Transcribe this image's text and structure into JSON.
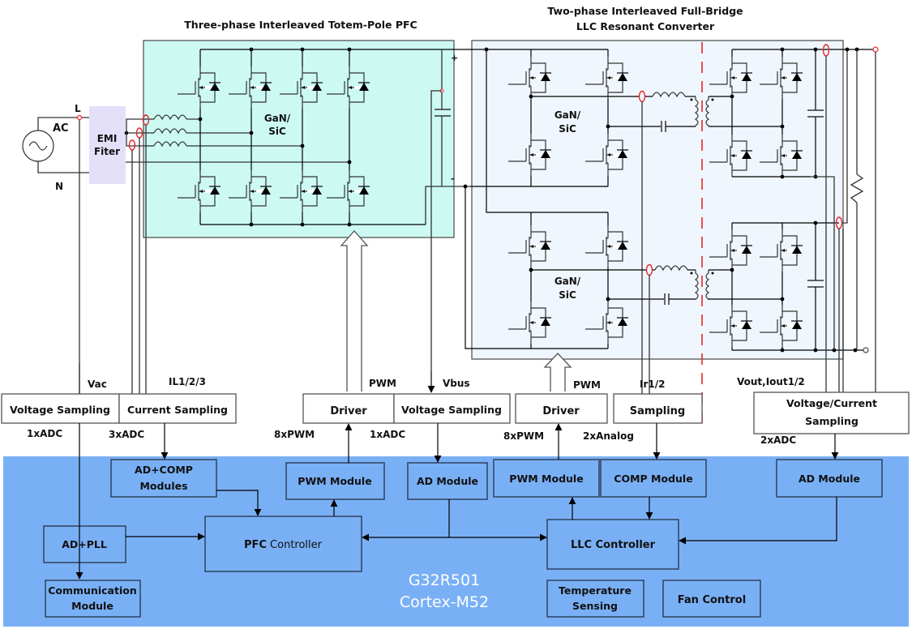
{
  "titles": {
    "pfc": "Three-phase Interleaved Totem-Pole PFC",
    "llc_line1": "Two-phase Interleaved Full-Bridge",
    "llc_line2": "LLC Resonant Converter"
  },
  "input": {
    "source_label": "AC",
    "line_label": "L",
    "neutral_label": "N",
    "emi_line1": "EMI",
    "emi_line2": "Fiter"
  },
  "switch_labels": {
    "pfc_line1": "GaN/",
    "pfc_line2": "SiC",
    "llc1_line1": "GaN/",
    "llc1_line2": "SiC",
    "llc2_line1": "GaN/",
    "llc2_line2": "SiC"
  },
  "signals": {
    "vac": "Vac",
    "il": "IL1/2/3",
    "pwm_pfc": "PWM",
    "vbus": "Vbus",
    "pwm_llc": "PWM",
    "ir": "Ir1/2",
    "vout": "Vout,Iout1/2"
  },
  "sampling_boxes": {
    "voltage_sampling": "Voltage Sampling",
    "current_sampling": "Current Sampling",
    "driver_pfc": "Driver",
    "voltage_sampling_bus": "Voltage Sampling",
    "driver_llc": "Driver",
    "sampling_llc": "Sampling",
    "vc_sampling_line1": "Voltage/Current",
    "vc_sampling_line2": "Sampling"
  },
  "channel_labels": {
    "adc1": "1xADC",
    "adc3": "3xADC",
    "pwm8_pfc": "8xPWM",
    "adc1_bus": "1xADC",
    "pwm8_llc": "8xPWM",
    "analog2": "2xAnalog",
    "adc2": "2xADC"
  },
  "mcu": {
    "chip_name": "G32R501",
    "core_name": "Cortex-M52",
    "modules": {
      "ad_comp_line1": "AD+COMP",
      "ad_comp_line2": "Modules",
      "pwm_pfc": "PWM Module",
      "ad_bus": "AD Module",
      "pwm_llc": "PWM Module",
      "comp_llc": "COMP Module",
      "ad_out": "AD Module",
      "ad_pll": "AD+PLL",
      "pfc_ctrl_bold": "PFC",
      "pfc_ctrl_rest": " Controller",
      "llc_ctrl": "LLC Controller",
      "comm_line1": "Communication",
      "comm_line2": "Module",
      "temp_line1": "Temperature",
      "temp_line2": "Sensing",
      "fan": "Fan Control"
    }
  },
  "colors": {
    "pfc_panel": "#ccfaf3",
    "llc_panel": "#f0f6fe",
    "emi_filter": "#e4e0fa",
    "mcu_background": "#79b0f5",
    "isolation_line": "#e8262b",
    "current_sensor": "#e8262b"
  },
  "icons": {
    "ac_source": "ac-source-icon",
    "mosfet": "mosfet-icon",
    "inductor": "inductor-icon",
    "capacitor": "capacitor-icon",
    "transformer": "transformer-icon",
    "resistor": "resistor-icon",
    "current_sensor": "current-sensor-icon"
  }
}
